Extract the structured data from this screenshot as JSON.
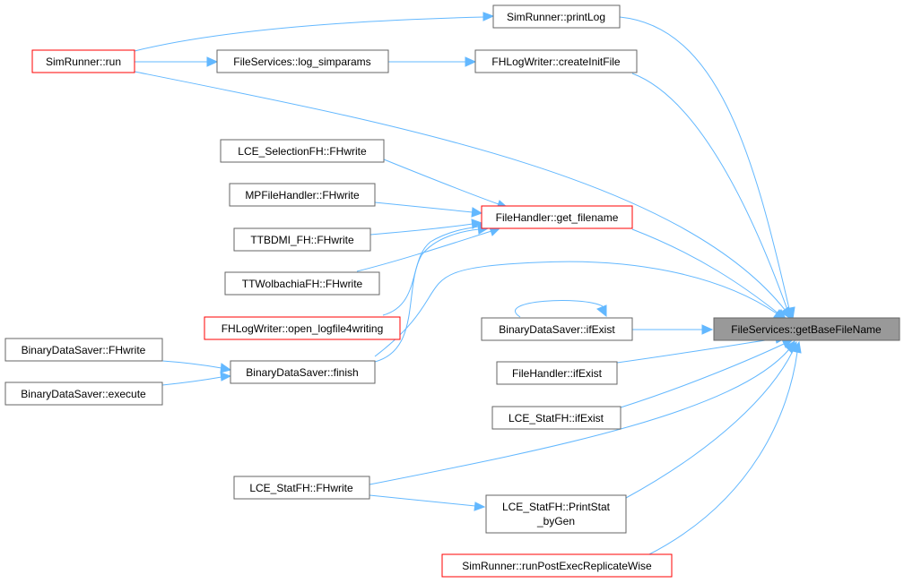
{
  "colors": {
    "edge": "#63b8ff",
    "border_default": "#666666",
    "border_highlight": "#ff0000",
    "root_fill": "#999999"
  },
  "nodes": {
    "root": {
      "label": "FileServices::getBaseFileName"
    },
    "printlog": {
      "label": "SimRunner::printLog"
    },
    "run": {
      "label": "SimRunner::run"
    },
    "logsim": {
      "label": "FileServices::log_simparams"
    },
    "createinit": {
      "label": "FHLogWriter::createInitFile"
    },
    "lcesel": {
      "label": "LCE_SelectionFH::FHwrite"
    },
    "mpfh": {
      "label": "MPFileHandler::FHwrite"
    },
    "ttbdmi": {
      "label": "TTBDMI_FH::FHwrite"
    },
    "ttwol": {
      "label": "TTWolbachiaFH::FHwrite"
    },
    "openlog": {
      "label": "FHLogWriter::open_logfile4writing"
    },
    "getfn": {
      "label": "FileHandler::get_filename"
    },
    "bdsexist": {
      "label": "BinaryDataSaver::ifExist"
    },
    "bdsfhwrite": {
      "label": "BinaryDataSaver::FHwrite"
    },
    "bdsfinish": {
      "label": "BinaryDataSaver::finish"
    },
    "bdsexec": {
      "label": "BinaryDataSaver::execute"
    },
    "fhexist": {
      "label": "FileHandler::ifExist"
    },
    "lcestatexist": {
      "label": "LCE_StatFH::ifExist"
    },
    "lcestatfhwrite": {
      "label": "LCE_StatFH::FHwrite"
    },
    "printstat": {
      "label_line1": "LCE_StatFH::PrintStat",
      "label_line2": "_byGen"
    },
    "runpost": {
      "label": "SimRunner::runPostExecReplicateWise"
    }
  }
}
